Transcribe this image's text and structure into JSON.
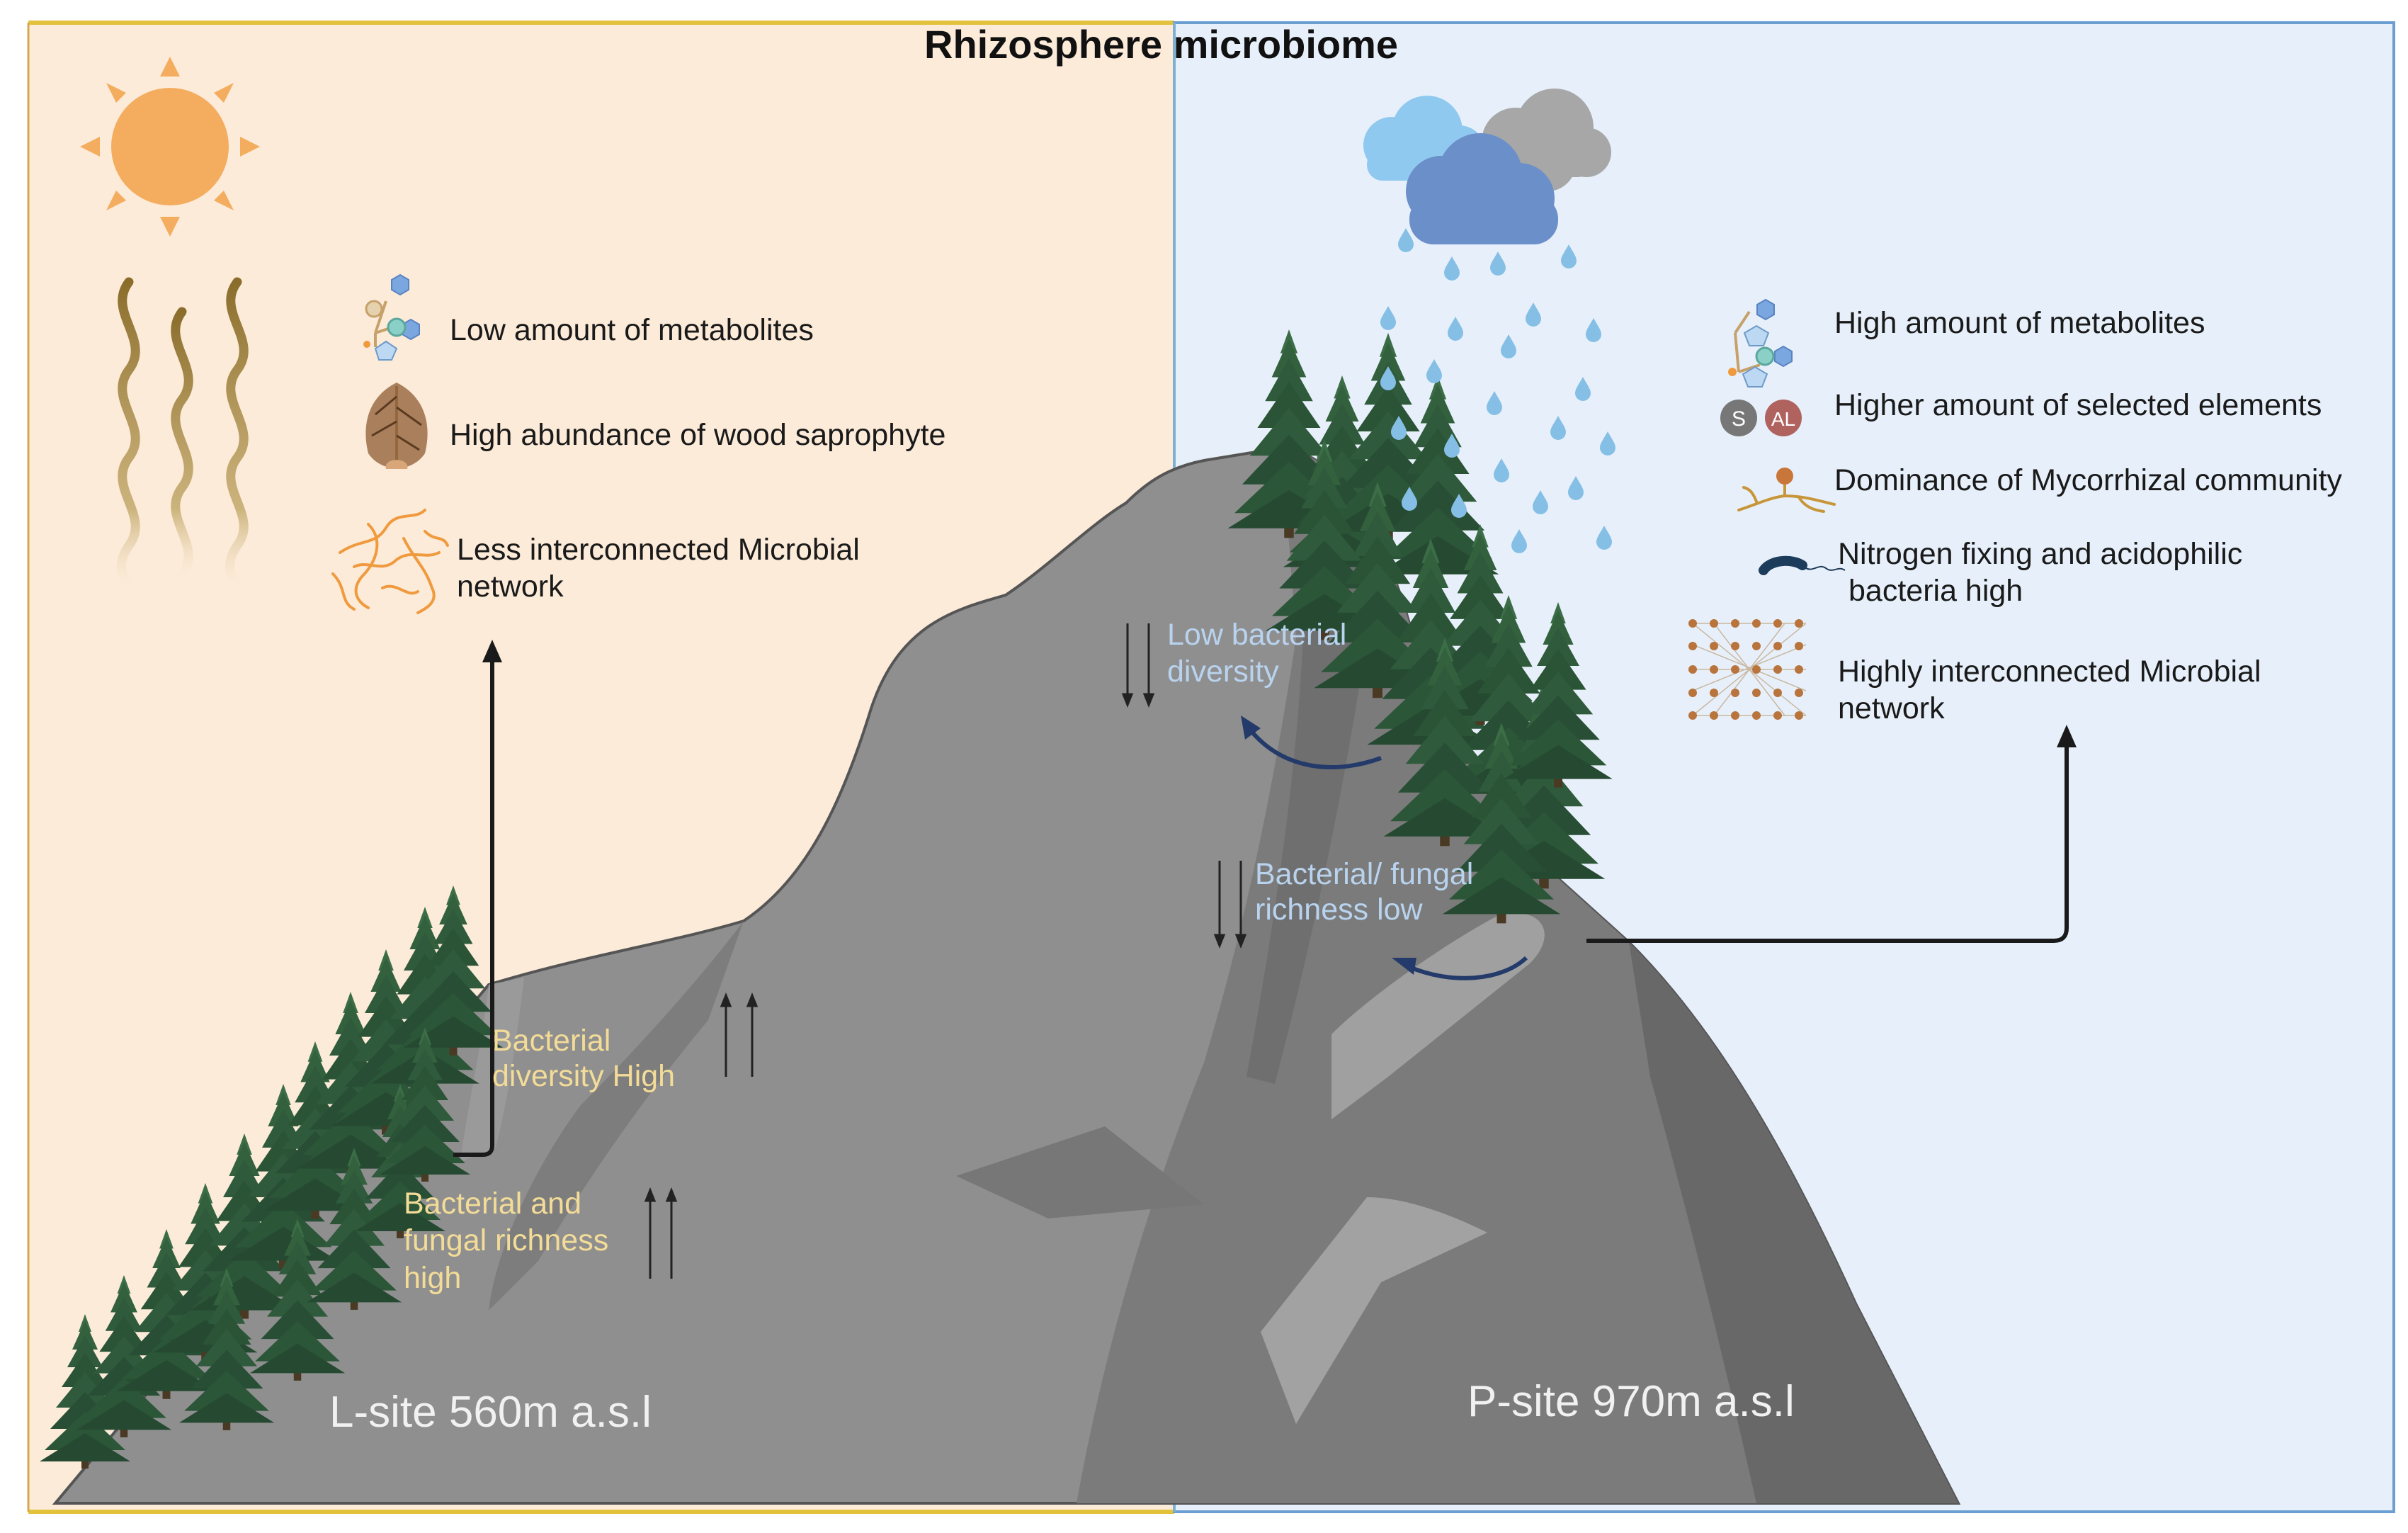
{
  "title": "Rhizosphere microbiome",
  "left_panel": {
    "site": "L-site 560m a.s.l",
    "legend": {
      "metabolites": "Low amount of metabolites",
      "saprophyte": "High abundance of wood saprophyte",
      "network_line1": "Less interconnected Microbial",
      "network_line2": "network"
    },
    "mountain_labels": {
      "diversity_line1": "Bacterial",
      "diversity_line2": "diversity High",
      "richness_line1": "Bacterial and",
      "richness_line2": "fungal richness",
      "richness_line3": "high"
    }
  },
  "right_panel": {
    "site": "P-site  970m a.s.l",
    "legend": {
      "metabolites": "High amount of metabolites",
      "elements": "Higher amount of selected elements",
      "mycorrhizal": "Dominance of Mycorrhizal community",
      "nitrogen_line1": "Nitrogen fixing and acidophilic",
      "nitrogen_line2": "bacteria high",
      "network_line1": "Highly interconnected Microbial",
      "network_line2": "network",
      "element_s": "S",
      "element_al": "AL"
    },
    "mountain_labels": {
      "diversity_line1": "Low bacterial",
      "diversity_line2": "diversity",
      "richness_line1": "Bacterial/ fungal",
      "richness_line2": "richness low"
    }
  },
  "colors": {
    "left_background": "#fcebd9",
    "right_background": "#e7f0fa",
    "left_border": "#e2c23a",
    "right_border": "#6b9fd2",
    "sun": "#f4ad5f",
    "mountain": "#8f8f8f",
    "tree": "#2f5a3b",
    "rain": "#86bfe6",
    "warm_text": "#f3dc98",
    "cool_text": "#b9d3ef"
  },
  "icons": [
    "sun-icon",
    "heat-wave-icon",
    "molecule-icon",
    "saprophyte-fungus-icon",
    "microbial-network-icon",
    "cloud-icon",
    "rain-icon",
    "element-icon",
    "mycorrhiza-icon",
    "bacterium-icon",
    "conifer-tree-icon",
    "arrow-up-icon",
    "arrow-down-icon"
  ]
}
